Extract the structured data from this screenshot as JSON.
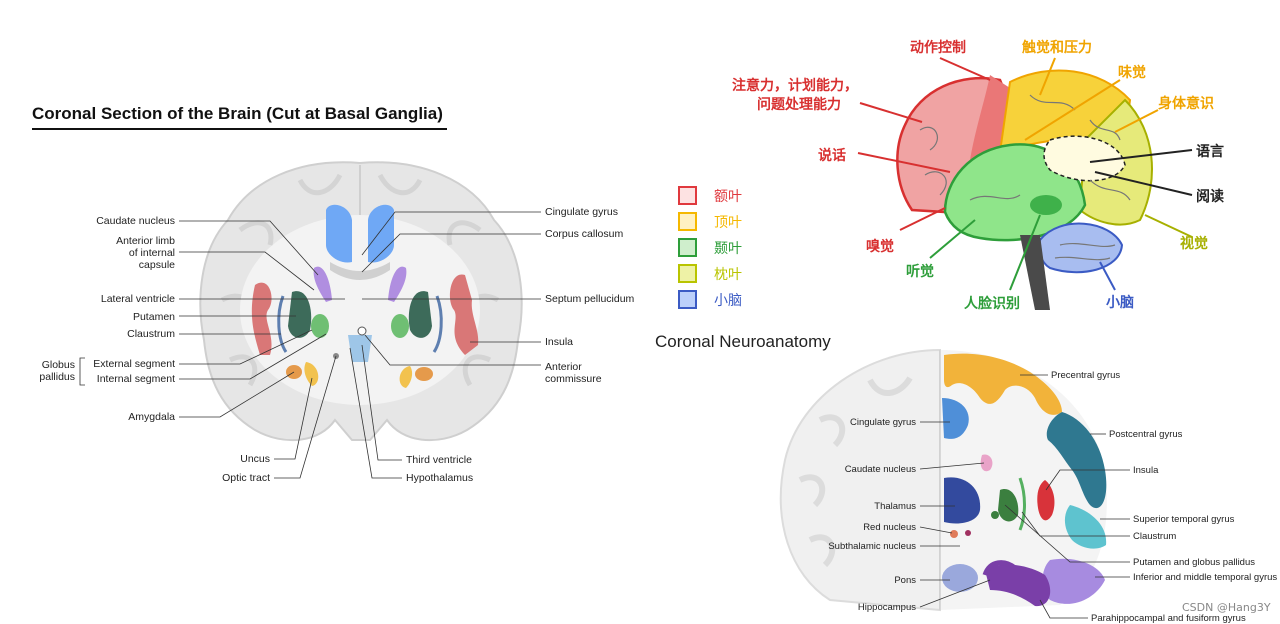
{
  "coronal_section": {
    "title": "Coronal Section of the Brain (Cut at Basal Ganglia)",
    "labels": {
      "caudate_nucleus": "Caudate nucleus",
      "anterior_limb_1": "Anterior limb",
      "anterior_limb_2": "of internal",
      "anterior_limb_3": "capsule",
      "lateral_ventricle": "Lateral ventricle",
      "putamen": "Putamen",
      "claustrum": "Claustrum",
      "globus_1": "Globus",
      "globus_2": "pallidus",
      "external_segment": "External segment",
      "internal_segment": "Internal segment",
      "amygdala": "Amygdala",
      "uncus": "Uncus",
      "optic_tract": "Optic tract",
      "cingulate_gyrus": "Cingulate gyrus",
      "corpus_callosum": "Corpus callosum",
      "septum_pellucidum": "Septum pellucidum",
      "insula": "Insula",
      "anterior_commissure_1": "Anterior",
      "anterior_commissure_2": "commissure",
      "third_ventricle": "Third ventricle",
      "hypothalamus": "Hypothalamus"
    }
  },
  "lobes_diagram": {
    "labels": {
      "motor_control": "动作控制",
      "touch_pressure": "触觉和压力",
      "attention_1": "注意力，计划能力，",
      "attention_2": "问题处理能力",
      "taste": "味觉",
      "body_awareness": "身体意识",
      "speech": "说话",
      "language": "语言",
      "reading": "阅读",
      "smell": "嗅觉",
      "hearing": "听觉",
      "vision": "视觉",
      "face_recognition": "人脸识别",
      "cerebellum": "小脑"
    },
    "legend": [
      {
        "label": "额叶",
        "color": "#e0393e"
      },
      {
        "label": "顶叶",
        "color": "#f5b800"
      },
      {
        "label": "颞叶",
        "color": "#2e9e3a"
      },
      {
        "label": "枕叶",
        "color": "#b9c400"
      },
      {
        "label": "小脑",
        "color": "#3b5bc4"
      }
    ]
  },
  "coronal_neuroanatomy": {
    "title": "Coronal Neuroanatomy",
    "labels": {
      "precentral_gyrus": "Precentral gyrus",
      "postcentral_gyrus": "Postcentral gyrus",
      "insula": "Insula",
      "superior_temporal_gyrus": "Superior temporal gyrus",
      "claustrum": "Claustrum",
      "putamen_globus": "Putamen and globus pallidus",
      "inferior_middle_temporal": "Inferior and middle temporal gyrus",
      "parahippocampal": "Parahippocampal and fusiform gyrus",
      "cingulate_gyrus": "Cingulate gyrus",
      "caudate_nucleus": "Caudate nucleus",
      "thalamus": "Thalamus",
      "red_nucleus": "Red nucleus",
      "subthalamic_nucleus": "Subthalamic nucleus",
      "pons": "Pons",
      "hippocampus": "Hippocampus"
    }
  },
  "watermark": "CSDN @Hang3Y"
}
